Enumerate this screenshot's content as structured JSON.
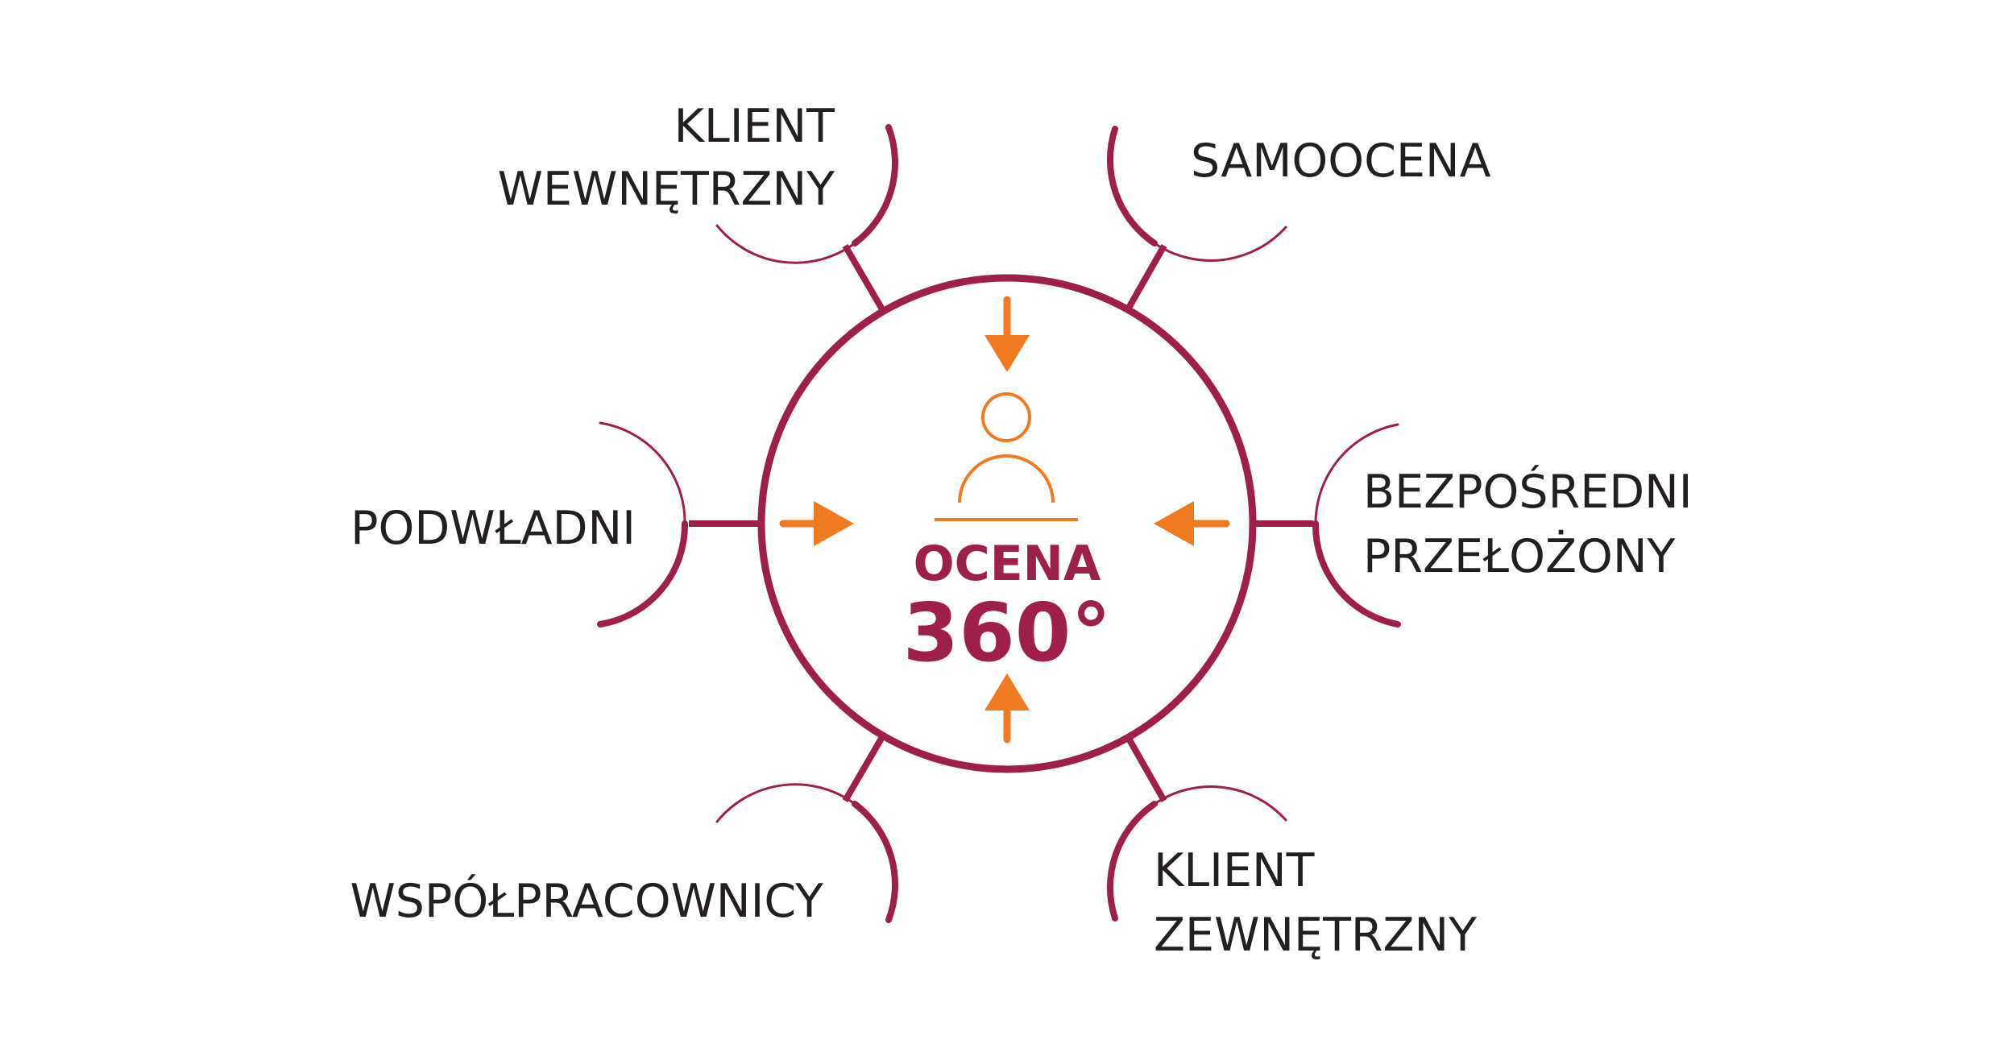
{
  "colors": {
    "accent": "#9e1f4a",
    "arrow": "#f07a22",
    "text": "#231f20",
    "background": "#ffffff"
  },
  "center": {
    "icon": "person-icon",
    "title": "OCENA",
    "number": "360°"
  },
  "nodes": {
    "top_left": {
      "line1": "KLIENT",
      "line2": "WEWNĘTRZNY"
    },
    "top_right": {
      "line1": "SAMOOCENA"
    },
    "left": {
      "line1": "PODWŁADNI"
    },
    "right": {
      "line1": "BEZPOŚREDNI",
      "line2": "PRZEŁOŻONY"
    },
    "bottom_left": {
      "line1": "WSPÓŁPRACOWNICY"
    },
    "bottom_right": {
      "line1": "KLIENT",
      "line2": "ZEWNĘTRZNY"
    }
  }
}
